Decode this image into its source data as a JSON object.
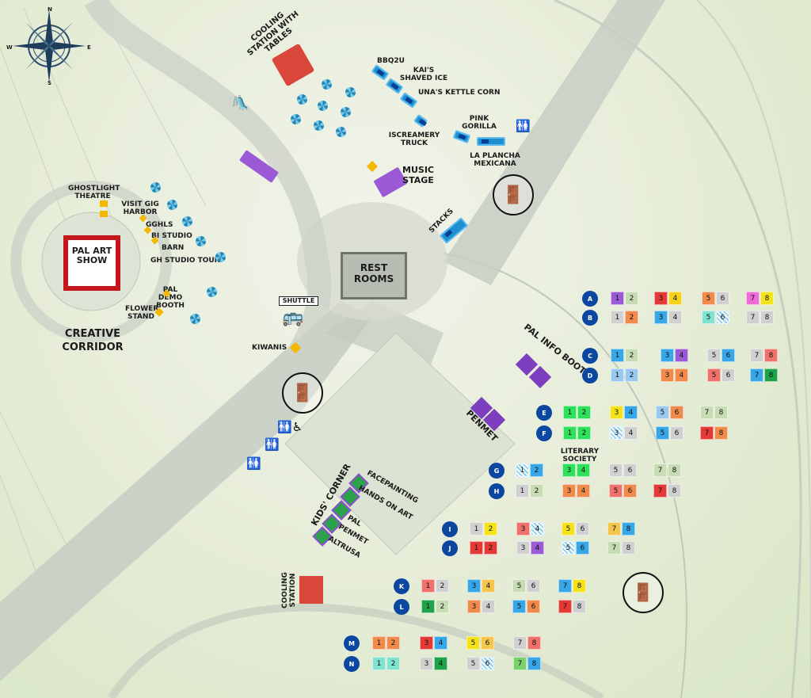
{
  "compass": {
    "n": "N",
    "s": "S",
    "e": "E",
    "w": "W"
  },
  "labels": {
    "cooling_top": "COOLING STATION WITH TABLES",
    "music_stage": "MUSIC STAGE",
    "rest_rooms": "REST ROOMS",
    "shuttle": "SHUTTLE",
    "kiwanis": "KIWANIS",
    "creative_corridor": "CREATIVE CORRIDOR",
    "pal_art_show": "PAL ART SHOW",
    "ghostlight": "GHOSTLIGHT THEATRE",
    "visit_gig": "VISIT GIG HARBOR",
    "gghls": "GGHLS",
    "bi_studio": "BI STUDIO",
    "barn": "BARN",
    "gh_studio": "GH STUDIO TOUR",
    "pal_demo": "PAL DEMO BOOTH",
    "flower": "FLOWER STAND",
    "bbq2u": "BBQ2U",
    "kais": "KAI'S SHAVED ICE",
    "unas": "UNA'S KETTLE CORN",
    "iscreamery": "ISCREAMERY TRUCK",
    "pink_gorilla": "PINK GORILLA",
    "la_plancha": "LA PLANCHA MEXICANA",
    "stacks": "STACKS",
    "pal_info": "PAL INFO BOOTH",
    "penmet": "PENMET",
    "literary": "LITERARY SOCIETY",
    "kids_corner": "KIDS' CORNER",
    "facepainting": "FACEPAINTING",
    "hands_on_art": "HANDS ON ART",
    "kids_pal": "PAL",
    "kids_penmet": "PENMET",
    "altrusa": "ALTRUSA",
    "cooling_bottom": "COOLING STATION"
  },
  "rows": [
    {
      "id": "A",
      "cells": [
        [
          "1",
          "#9b59d6"
        ],
        [
          "2",
          "#c8dcb4"
        ],
        [
          "3",
          "#e53935"
        ],
        [
          "4",
          "#f4d21b"
        ],
        [
          "5",
          "#f08b4b"
        ],
        [
          "6",
          "#d0d0d0"
        ],
        [
          "7",
          "#f06bd6"
        ],
        [
          "8",
          "#f4e21b"
        ]
      ]
    },
    {
      "id": "B",
      "cells": [
        [
          "1",
          "#d0d0d0"
        ],
        [
          "2",
          "#f08b4b"
        ],
        [
          "3",
          "#38a7e8"
        ],
        [
          "4",
          "#d0d0d0"
        ],
        [
          "5",
          "#7fe3d0"
        ],
        [
          "6",
          "stripe"
        ],
        [
          "7",
          "#d0d0d0"
        ],
        [
          "8",
          "#d0d0d0"
        ]
      ]
    },
    {
      "id": "C",
      "cells": [
        [
          "1",
          "#38a7e8"
        ],
        [
          "2",
          "#c8dcb4"
        ],
        [
          "3",
          "#38a7e8"
        ],
        [
          "4",
          "#9b59d6"
        ],
        [
          "5",
          "#d0d0d0"
        ],
        [
          "6",
          "#38a7e8"
        ],
        [
          "7",
          "#d0d0d0"
        ],
        [
          "8",
          "#f0706b"
        ]
      ]
    },
    {
      "id": "D",
      "cells": [
        [
          "1",
          "#9ac9ef"
        ],
        [
          "2",
          "#9ac9ef"
        ],
        [
          "3",
          "#f08b4b"
        ],
        [
          "4",
          "#f08b4b"
        ],
        [
          "5",
          "#f0706b"
        ],
        [
          "6",
          "#d0d0d0"
        ],
        [
          "7",
          "#38a7e8"
        ],
        [
          "8",
          "#1fa34a"
        ]
      ]
    },
    {
      "id": "E",
      "cells": [
        [
          "1",
          "#2ee05a"
        ],
        [
          "2",
          "#2ee05a"
        ],
        [
          "3",
          "#f4e21b"
        ],
        [
          "4",
          "#38a7e8"
        ],
        [
          "5",
          "#9ac9ef"
        ],
        [
          "6",
          "#f08b4b"
        ],
        [
          "7",
          "#c8dcb4"
        ],
        [
          "8",
          "#c8dcb4"
        ]
      ]
    },
    {
      "id": "F",
      "cells": [
        [
          "1",
          "#2ee05a"
        ],
        [
          "2",
          "#2ee05a"
        ],
        [
          "3",
          "stripe"
        ],
        [
          "4",
          "#d0d0d0"
        ],
        [
          "5",
          "#38a7e8"
        ],
        [
          "6",
          "#d0d0d0"
        ],
        [
          "7",
          "#e53935"
        ],
        [
          "8",
          "#f08b4b"
        ]
      ]
    },
    {
      "id": "G",
      "cells": [
        [
          "1",
          "stripe"
        ],
        [
          "2",
          "#38a7e8"
        ],
        [
          "3",
          "#2ee05a"
        ],
        [
          "4",
          "#2ee05a"
        ],
        [
          "5",
          "#d0d0d0"
        ],
        [
          "6",
          "#d0d0d0"
        ],
        [
          "7",
          "#c8dcb4"
        ],
        [
          "8",
          "#c8dcb4"
        ]
      ]
    },
    {
      "id": "H",
      "cells": [
        [
          "1",
          "#d0d0d0"
        ],
        [
          "2",
          "#c8dcb4"
        ],
        [
          "3",
          "#f08b4b"
        ],
        [
          "4",
          "#f08b4b"
        ],
        [
          "5",
          "#f0706b"
        ],
        [
          "6",
          "#f08b4b"
        ],
        [
          "7",
          "#e53935"
        ],
        [
          "8",
          "#d0d0d0"
        ]
      ]
    },
    {
      "id": "I",
      "cells": [
        [
          "1",
          "#d0d0d0"
        ],
        [
          "2",
          "#f4e21b"
        ],
        [
          "3",
          "#f0706b"
        ],
        [
          "4",
          "stripe"
        ],
        [
          "5",
          "#f4e21b"
        ],
        [
          "6",
          "#d0d0d0"
        ],
        [
          "7",
          "#f4c64b"
        ],
        [
          "8",
          "#38a7e8"
        ]
      ]
    },
    {
      "id": "J",
      "cells": [
        [
          "1",
          "#e53935"
        ],
        [
          "2",
          "#e53935"
        ],
        [
          "3",
          "#d0d0d0"
        ],
        [
          "4",
          "#9b59d6"
        ],
        [
          "5",
          "stripe"
        ],
        [
          "6",
          "#38a7e8"
        ],
        [
          "7",
          "#c8dcb4"
        ],
        [
          "8",
          "#d0d0d0"
        ]
      ]
    },
    {
      "id": "K",
      "cells": [
        [
          "1",
          "#f0706b"
        ],
        [
          "2",
          "#d0d0d0"
        ],
        [
          "3",
          "#38a7e8"
        ],
        [
          "4",
          "#f4c64b"
        ],
        [
          "5",
          "#c8dcb4"
        ],
        [
          "6",
          "#d0d0d0"
        ],
        [
          "7",
          "#38a7e8"
        ],
        [
          "8",
          "#f4e21b"
        ]
      ]
    },
    {
      "id": "L",
      "cells": [
        [
          "1",
          "#1fa34a"
        ],
        [
          "2",
          "#c8dcb4"
        ],
        [
          "3",
          "#f08b4b"
        ],
        [
          "4",
          "#d0d0d0"
        ],
        [
          "5",
          "#38a7e8"
        ],
        [
          "6",
          "#f08b4b"
        ],
        [
          "7",
          "#e53935"
        ],
        [
          "8",
          "#d0d0d0"
        ]
      ]
    },
    {
      "id": "M",
      "cells": [
        [
          "1",
          "#f08b4b"
        ],
        [
          "2",
          "#f08b4b"
        ],
        [
          "3",
          "#e53935"
        ],
        [
          "4",
          "#38a7e8"
        ],
        [
          "5",
          "#f4e21b"
        ],
        [
          "6",
          "#f4c64b"
        ],
        [
          "7",
          "#d0d0d0"
        ],
        [
          "8",
          "#f0706b"
        ]
      ]
    },
    {
      "id": "N",
      "cells": [
        [
          "1",
          "#7fe3d0"
        ],
        [
          "2",
          "#7fe3d0"
        ],
        [
          "3",
          "#d0d0d0"
        ],
        [
          "4",
          "#1fa34a"
        ],
        [
          "5",
          "#d0d0d0"
        ],
        [
          "6",
          "stripe"
        ],
        [
          "7",
          "#7ad06a"
        ],
        [
          "8",
          "#38a7e8"
        ]
      ]
    }
  ]
}
